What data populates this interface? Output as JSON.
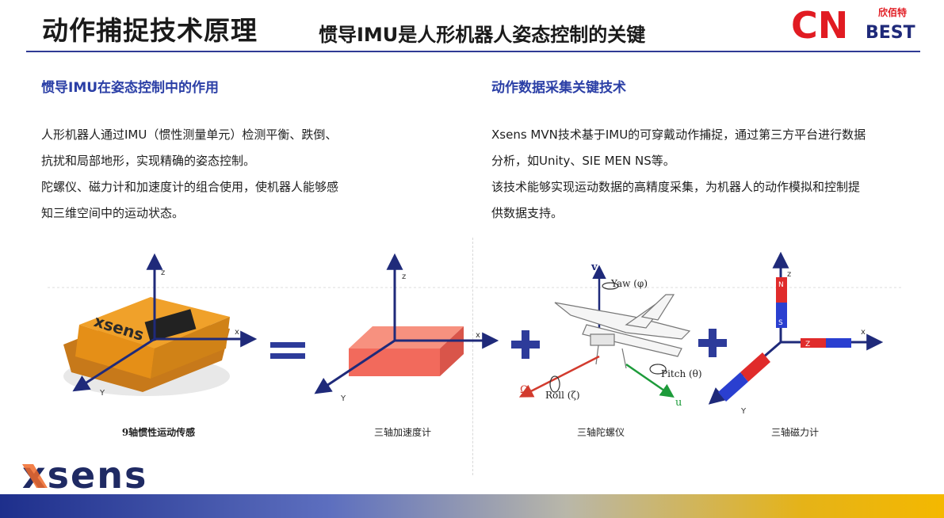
{
  "header": {
    "title": "动作捕捉技术原理",
    "subtitle": "惯导IMU是人形机器人姿态控制的关键",
    "logo_text": "CN",
    "logo_cn": "欣佰特",
    "logo_en": "BEST"
  },
  "left": {
    "heading": "惯导IMU在姿态控制中的作用",
    "lines": [
      "人形机器人通过IMU（惯性测量单元）检测平衡、跌倒、",
      "抗扰和局部地形，实现精确的姿态控制。",
      "陀螺仪、磁力计和加速度计的组合使用，使机器人能够感",
      "知三维空间中的运动状态。"
    ]
  },
  "right": {
    "heading": "动作数据采集关键技术",
    "lines": [
      "Xsens MVN技术基于IMU的可穿戴动作捕捉，通过第三方平台进行数据",
      "分析，如Unity、SIE MEN NS等。",
      "该技术能够实现运动数据的高精度采集，为机器人的动作模拟和控制提",
      "供数据支持。"
    ]
  },
  "diagram": {
    "sensor_brand": "xsens",
    "axis_z": "z",
    "axis_x": "x",
    "axis_y": "Y",
    "gyro_v": "v",
    "gyro_yaw": "Yaw (φ)",
    "gyro_pitch": "Pitch (θ)",
    "gyro_roll": "Roll (ζ)",
    "gyro_omega": "Ω",
    "gyro_u": "u",
    "mag_n": "N",
    "mag_s": "S",
    "mag_z": "Z",
    "captions": [
      "9轴惯性运动传感",
      "三轴加速度计",
      "三轴陀螺仪",
      "三轴磁力计"
    ]
  },
  "footer": {
    "brand": "xsens"
  },
  "colors": {
    "heading_blue": "#2b3fa6",
    "operator_blue": "#2d3b9a",
    "axis_navy": "#1f2a7a",
    "box_red": "#f26a5c",
    "sensor_orange": "#f0a12a",
    "brand_navy": "#1f2a63",
    "brand_orange": "#f06a2a",
    "logo_red": "#e11b22"
  }
}
